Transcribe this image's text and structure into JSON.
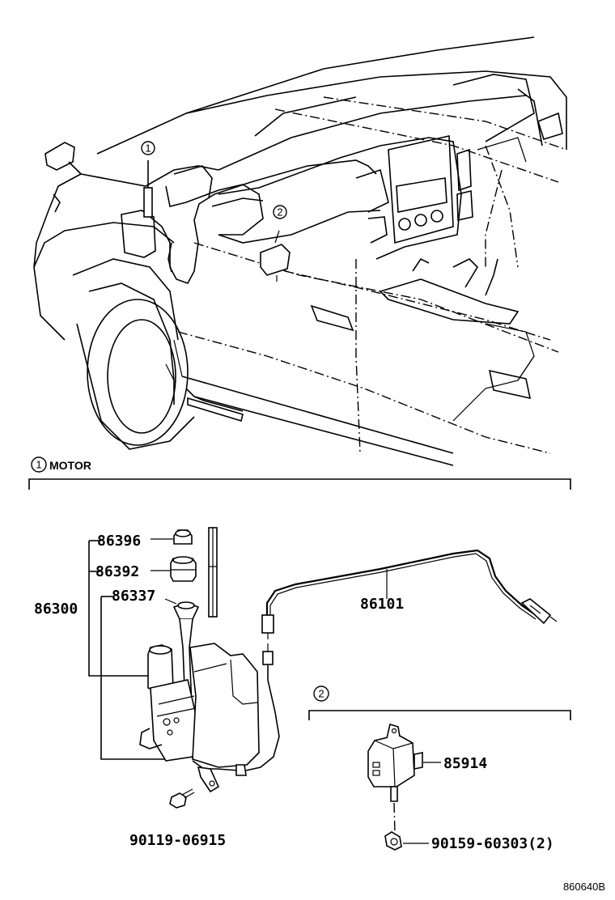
{
  "callouts": {
    "one": "1",
    "two": "2"
  },
  "sections": {
    "motor_title": "MOTOR",
    "section_two_title": ""
  },
  "parts": {
    "p86396": "86396",
    "p86392": "86392",
    "p86300": "86300",
    "p86337": "86337",
    "p86101": "86101",
    "p85914": "85914",
    "p90119": "90119-06915",
    "p90159": "90159-60303(2)"
  },
  "figure_code": "860640B"
}
